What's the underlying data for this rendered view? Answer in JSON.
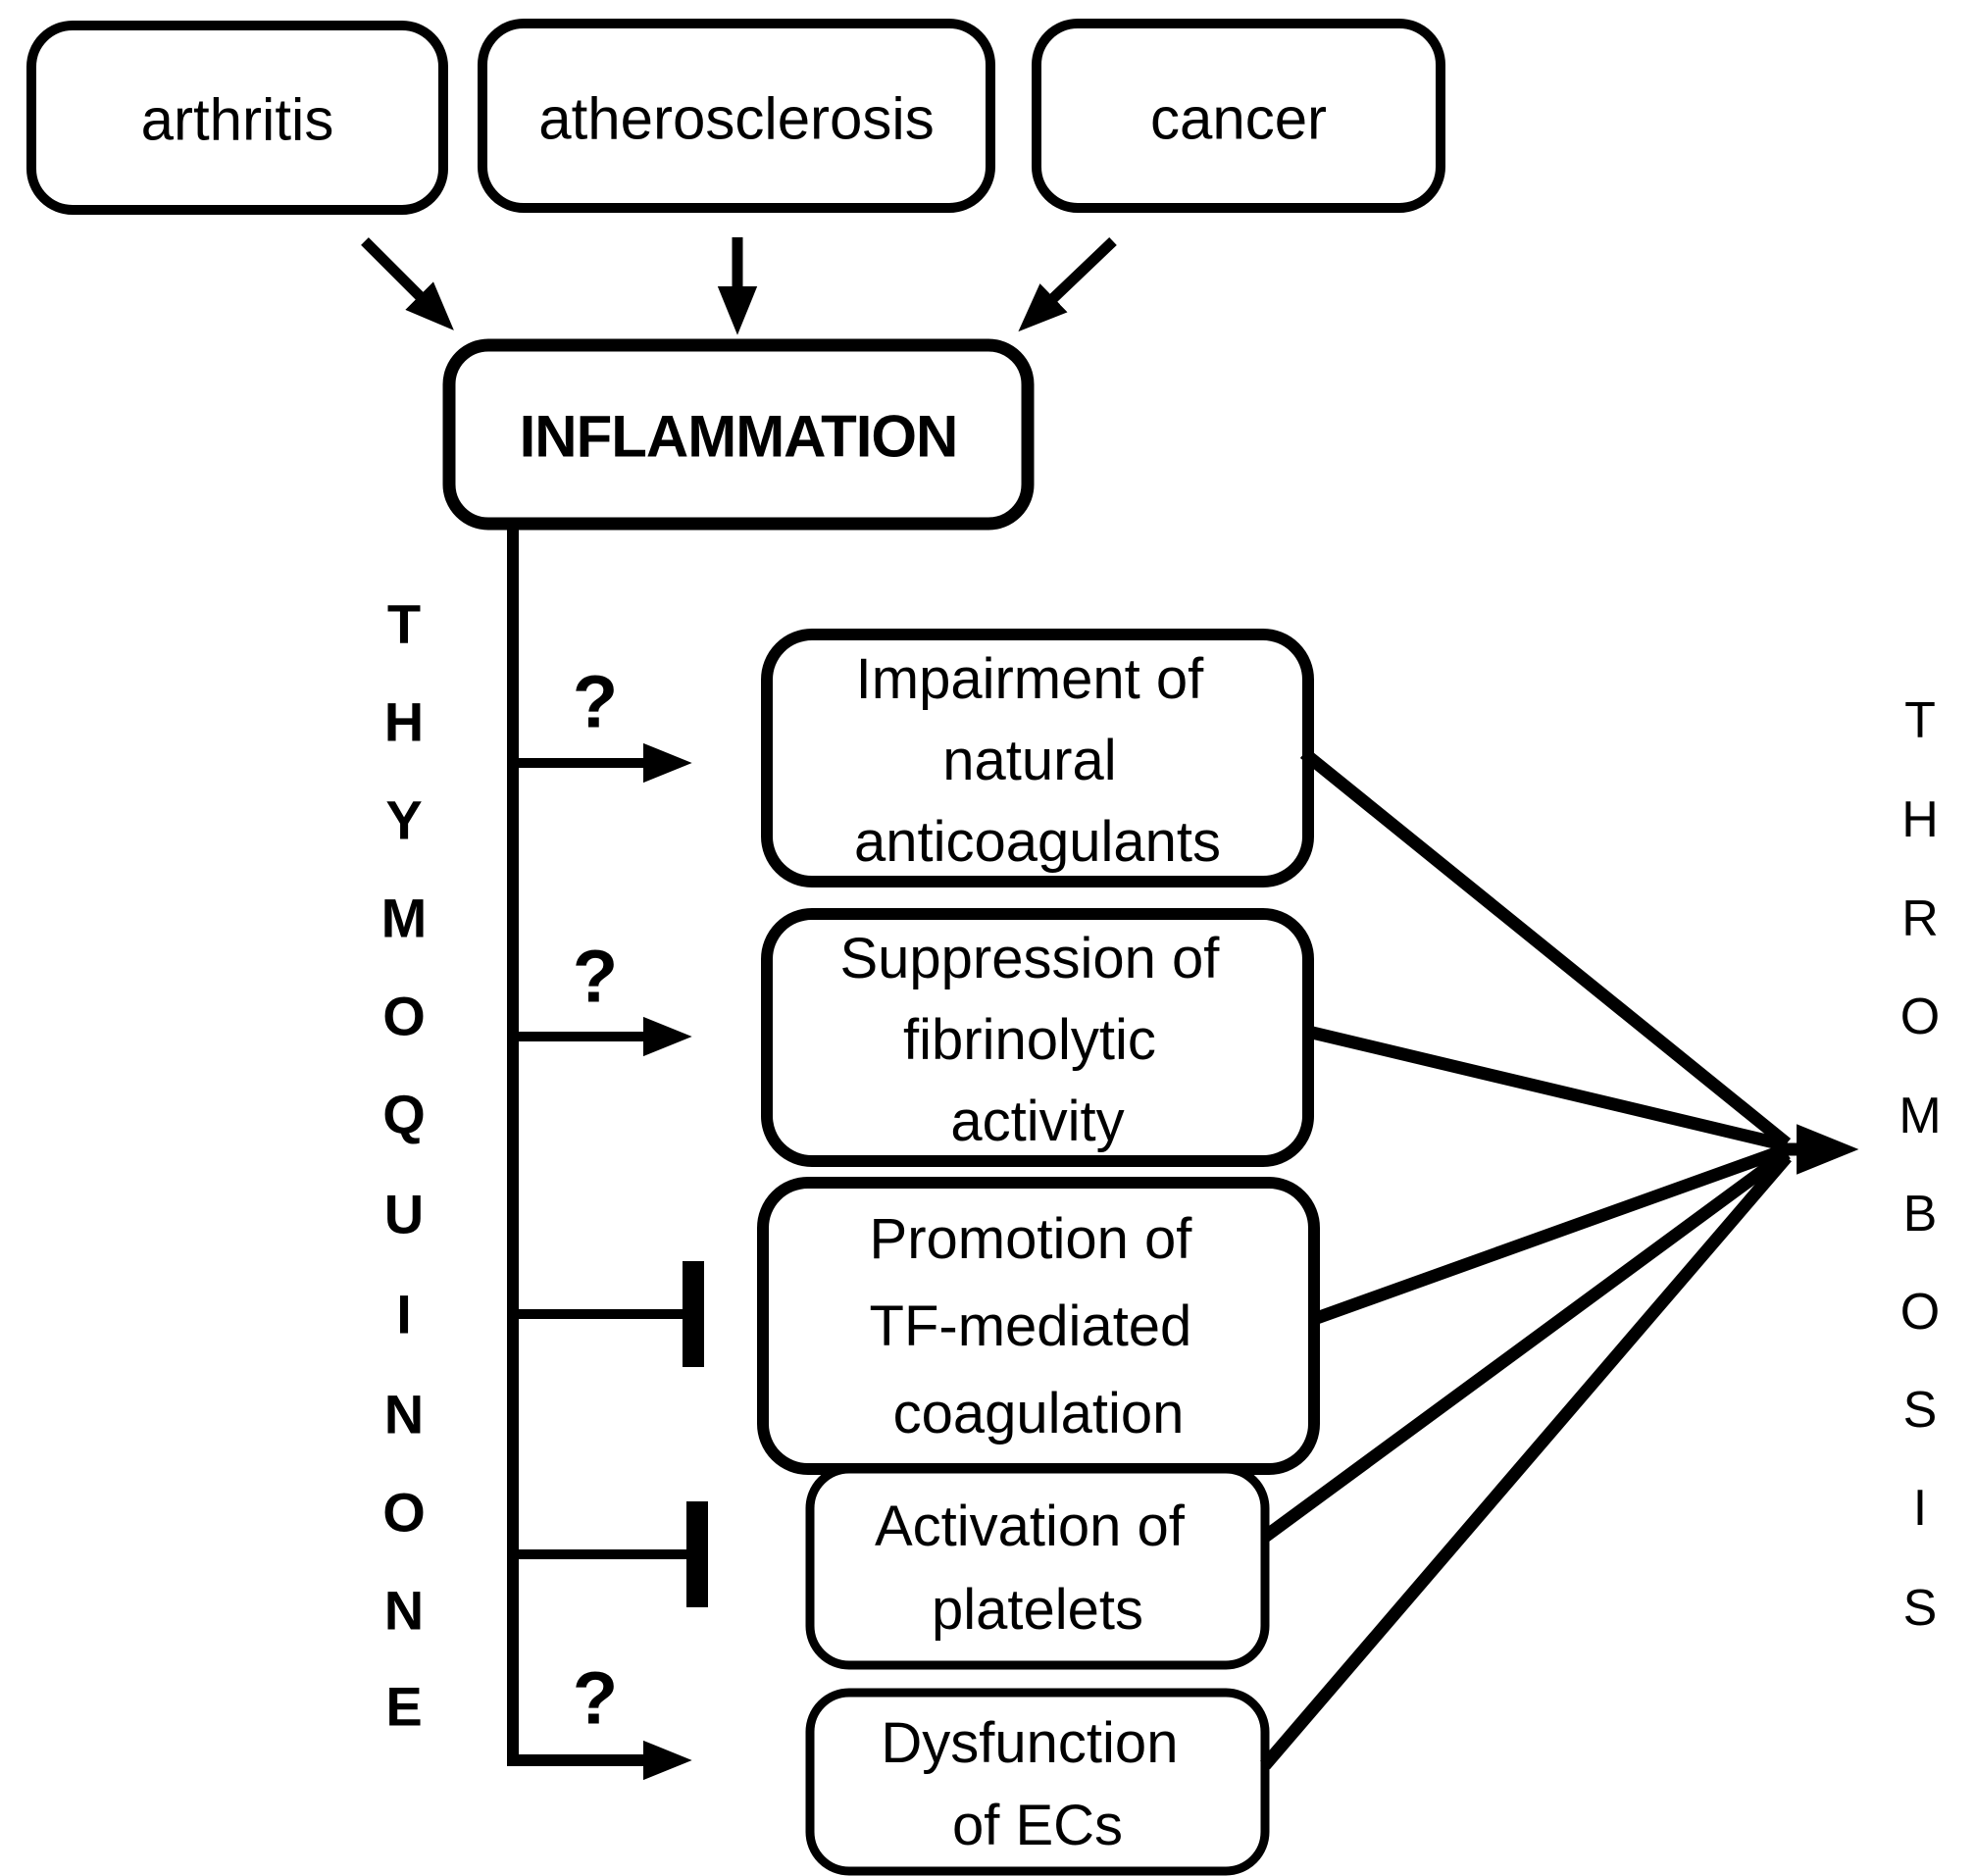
{
  "figure": {
    "colors": {
      "ink": "#000000",
      "background": "#ffffff"
    },
    "top_row": {
      "boxes": [
        "arthritis",
        "atherosclerosis",
        "cancer"
      ]
    },
    "inflammation": {
      "label": "INFLAMMATION"
    },
    "question_mark": "?",
    "left_vertical_word": {
      "word": "THYMOQUINONE",
      "letters": [
        "T",
        "H",
        "Y",
        "M",
        "O",
        "Q",
        "U",
        "I",
        "N",
        "O",
        "N",
        "E"
      ]
    },
    "right_vertical_word": {
      "word": "THROMBOSIS",
      "letters": [
        "T",
        "H",
        "R",
        "O",
        "M",
        "B",
        "O",
        "S",
        "I",
        "S"
      ]
    },
    "mechanisms": [
      {
        "connector": "arrow with question mark",
        "lines": [
          "Impairment of",
          "natural",
          "anticoagulants"
        ]
      },
      {
        "connector": "arrow with question mark",
        "lines": [
          "Suppression of",
          "fibrinolytic",
          "activity"
        ]
      },
      {
        "connector": "inhibition T-bar",
        "lines": [
          "Promotion of",
          "TF-mediated",
          "coagulation"
        ]
      },
      {
        "connector": "inhibition T-bar",
        "lines": [
          "Activation of",
          "platelets"
        ]
      },
      {
        "connector": "arrow with question mark",
        "lines": [
          "Dysfunction",
          "of ECs"
        ]
      }
    ]
  }
}
